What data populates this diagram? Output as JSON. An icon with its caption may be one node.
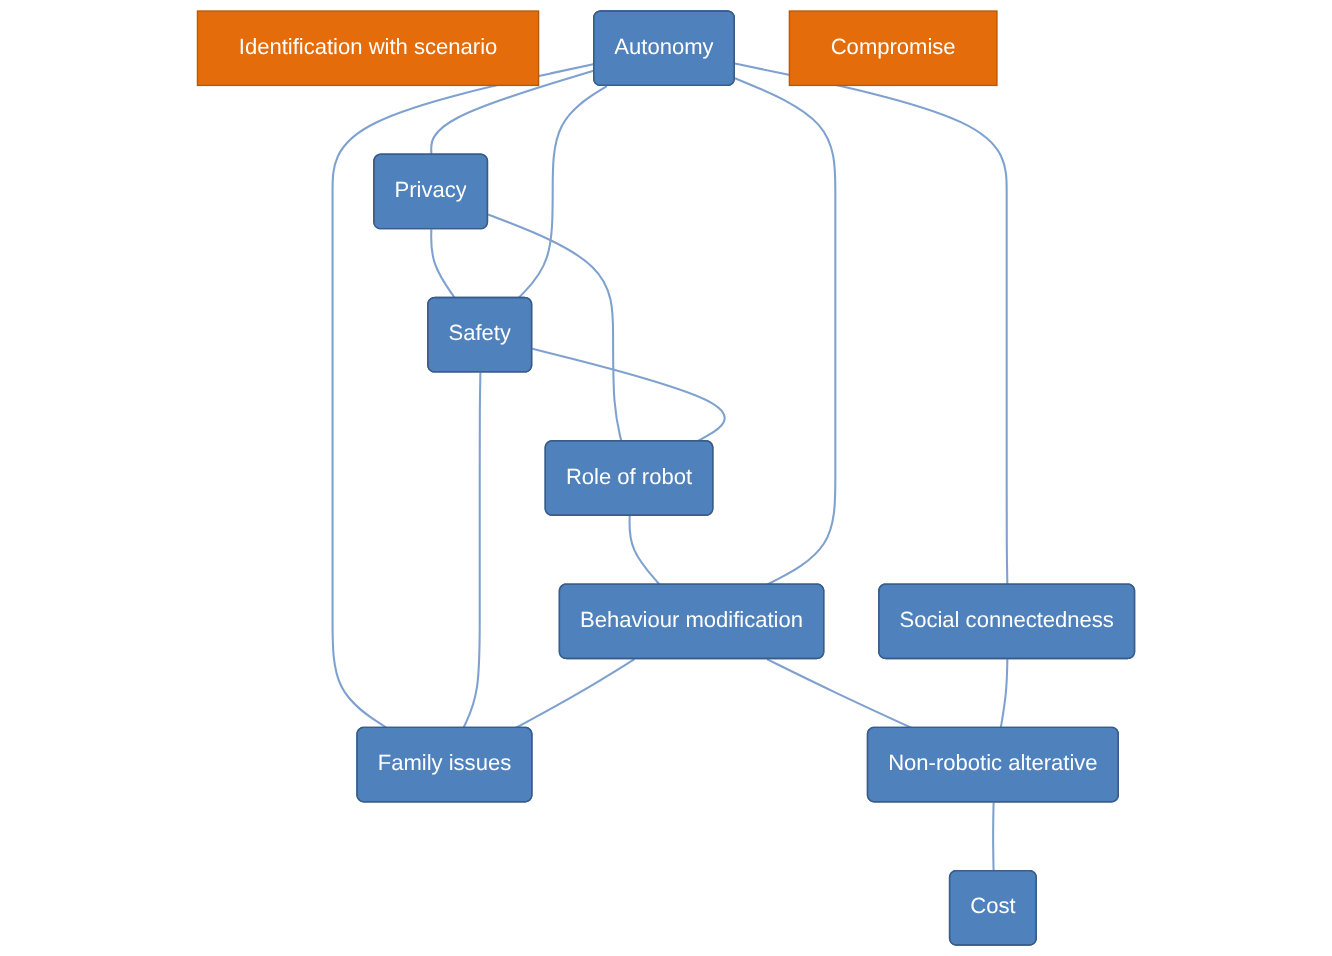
{
  "diagram": {
    "nodes": [
      {
        "text": [
          "Identification with scenario"
        ]
      },
      {
        "text": [
          "Privacy"
        ]
      },
      {
        "text": [
          "Role of robot"
        ]
      },
      {
        "text": [
          "Autonomy"
        ]
      },
      {
        "text": [
          "Safety"
        ]
      },
      {
        "text": [
          "Family issues"
        ]
      },
      {
        "text": [
          "Behaviour modification"
        ]
      },
      {
        "text": [
          "Social connectedness"
        ]
      },
      {
        "text": [
          "Non-robotic alterative"
        ]
      },
      {
        "text": [
          "Cost"
        ]
      },
      {
        "text": [
          "Compromise"
        ]
      }
    ],
    "edges": [
      {
        "from": 1,
        "to": 2,
        "arrow": "none"
      },
      {
        "from": 3,
        "to": 1,
        "arrow": "none"
      },
      {
        "from": 1,
        "to": 4,
        "arrow": "none"
      },
      {
        "from": 4,
        "to": 2,
        "arrow": "none"
      },
      {
        "from": 2,
        "to": 6,
        "arrow": "none"
      },
      {
        "from": 3,
        "to": 4,
        "arrow": "none"
      },
      {
        "from": 3,
        "to": 5,
        "arrow": "none"
      },
      {
        "from": 3,
        "to": 6,
        "arrow": "none"
      },
      {
        "from": 4,
        "to": 5,
        "arrow": "none"
      },
      {
        "from": 6,
        "to": 5,
        "arrow": "none"
      },
      {
        "from": 3,
        "to": 7,
        "arrow": "none"
      },
      {
        "from": 6,
        "to": 8,
        "arrow": "none"
      },
      {
        "from": 7,
        "to": 8,
        "arrow": "none"
      },
      {
        "from": 8,
        "to": 9,
        "arrow": "none"
      }
    ]
  }
}
